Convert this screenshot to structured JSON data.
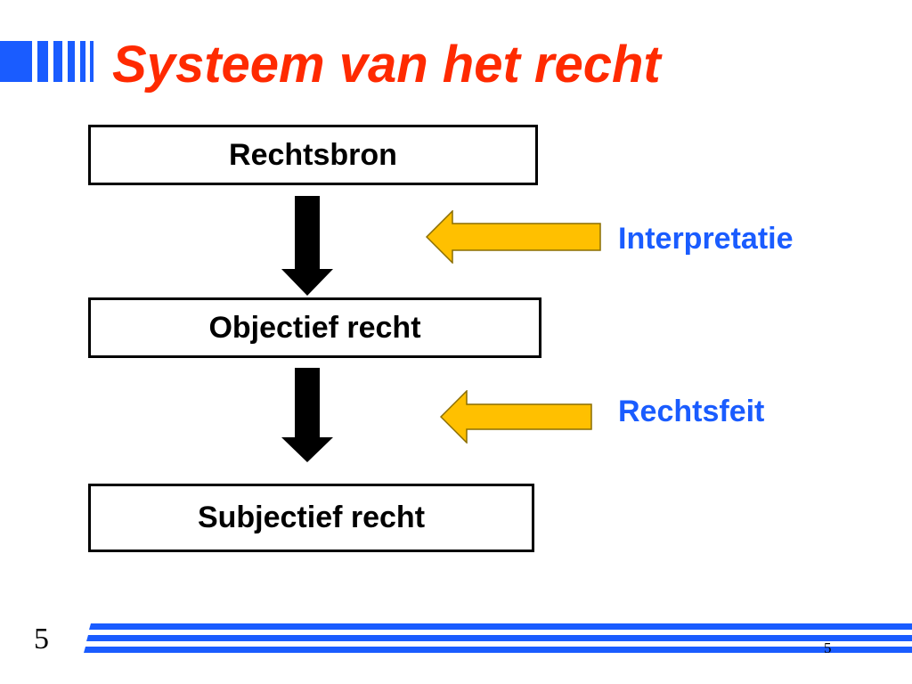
{
  "slide": {
    "title": "Systeem van het recht",
    "slide_number": "5",
    "footer_number": "5"
  },
  "diagram": {
    "boxes": [
      "Rechtsbron",
      "Objectief recht",
      "Subjectief recht"
    ],
    "side_labels": [
      "Interpretatie",
      "Rechtsfeit"
    ]
  },
  "colors": {
    "title": "#ff2a00",
    "side_labels": "#1a5cff",
    "logo_bars": "#1a5cff",
    "footer_lines": "#1a5cff",
    "arrow_fill": "#ffc000",
    "down_arrow": "#000000"
  },
  "icons": {
    "logo": "vertical-bars-logo",
    "flow_arrows": "down-arrow",
    "input_arrows": "left-arrow"
  }
}
